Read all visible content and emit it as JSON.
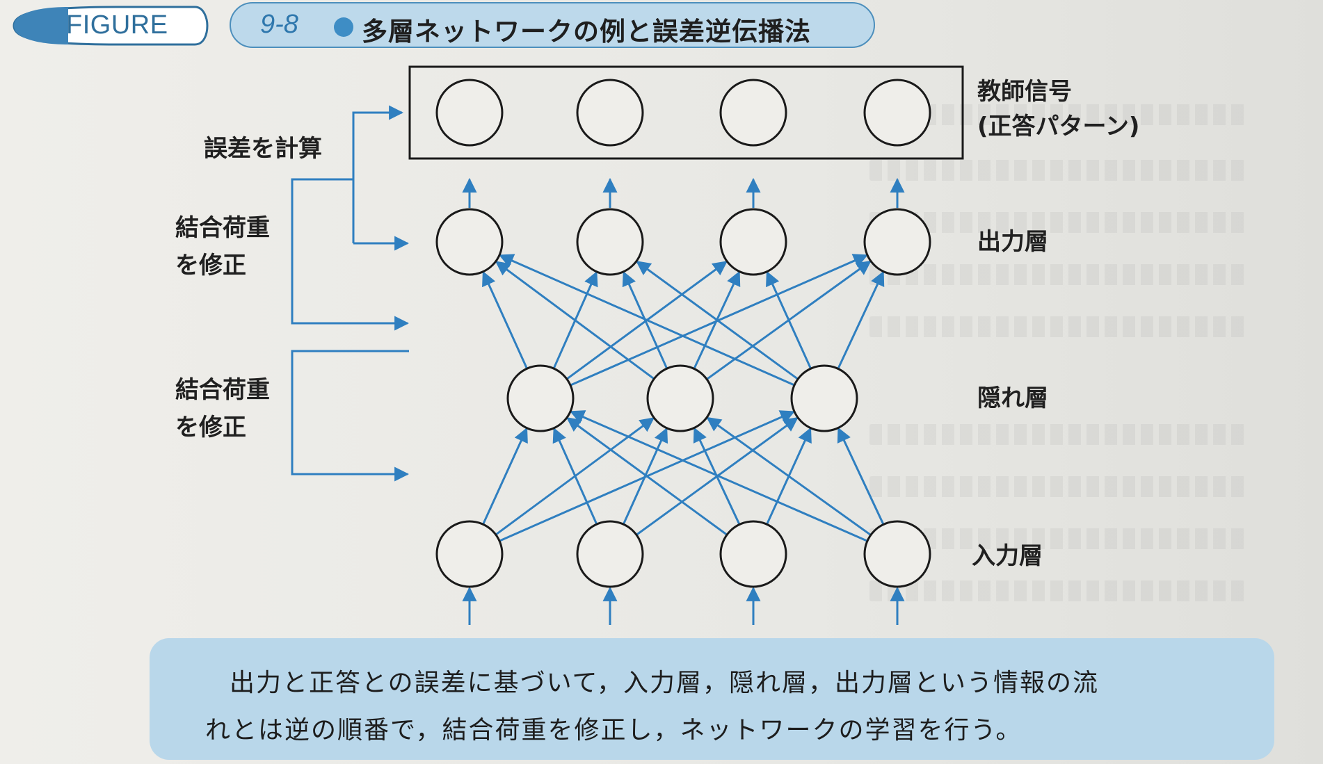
{
  "header": {
    "badge_label": "FIGURE",
    "figure_number": "9-8",
    "title": "多層ネットワークの例と誤差逆伝播法"
  },
  "diagram": {
    "teacher_signal_label": [
      "教師信号",
      "(正答パターン)"
    ],
    "layer_labels": {
      "output": "出力層",
      "hidden": "隠れ層",
      "input": "入力層"
    },
    "side_labels": {
      "compute_error": "誤差を計算",
      "adjust_weights_upper": [
        "結合荷重",
        "を修正"
      ],
      "adjust_weights_lower": [
        "結合荷重",
        "を修正"
      ]
    },
    "node_counts": {
      "teacher": 4,
      "output": 4,
      "hidden": 3,
      "input": 4
    },
    "colors": {
      "connection": "#2f7fc0",
      "node_stroke": "#1a1a1a",
      "node_fill": "#efeeea"
    }
  },
  "caption": {
    "lines": [
      "出力と正答との誤差に基づいて，入力層，隠れ層，出力層という情報の流",
      "れとは逆の順番で，結合荷重を修正し，ネットワークの学習を行う。"
    ],
    "color": "#b9d7ea"
  }
}
